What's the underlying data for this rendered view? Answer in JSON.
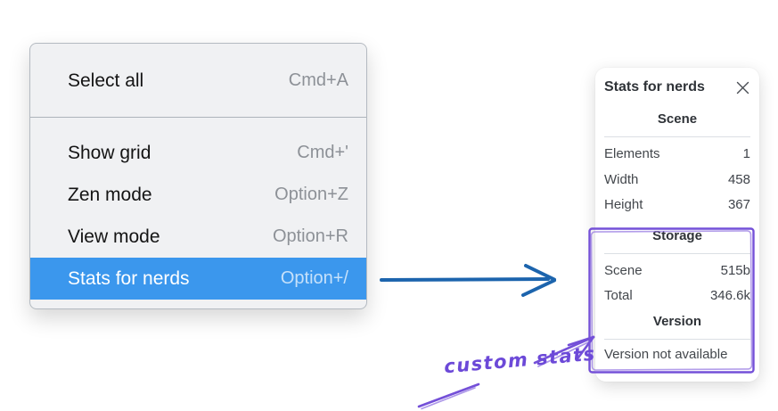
{
  "menu": {
    "items": [
      {
        "label": "Select all",
        "shortcut": "Cmd+A"
      },
      {
        "label": "Show grid",
        "shortcut": "Cmd+'"
      },
      {
        "label": "Zen mode",
        "shortcut": "Option+Z"
      },
      {
        "label": "View mode",
        "shortcut": "Option+R"
      },
      {
        "label": "Stats for nerds",
        "shortcut": "Option+/"
      }
    ],
    "highlighted_item": "Stats for nerds"
  },
  "stats_panel": {
    "title": "Stats for nerds",
    "sections": [
      {
        "header": "Scene",
        "rows": [
          {
            "label": "Elements",
            "value": "1"
          },
          {
            "label": "Width",
            "value": "458"
          },
          {
            "label": "Height",
            "value": "367"
          }
        ]
      },
      {
        "header": "Storage",
        "rows": [
          {
            "label": "Scene",
            "value": "515b"
          },
          {
            "label": "Total",
            "value": "346.6k"
          }
        ]
      },
      {
        "header": "Version",
        "note": "Version not available"
      }
    ]
  },
  "annotation": {
    "label": "custom stats"
  },
  "colors": {
    "menu_highlight": "#3b97ed",
    "menu_background": "#f0f1f3",
    "arrow_blue": "#1c64ad",
    "annotation_violet": "#7450d8"
  }
}
